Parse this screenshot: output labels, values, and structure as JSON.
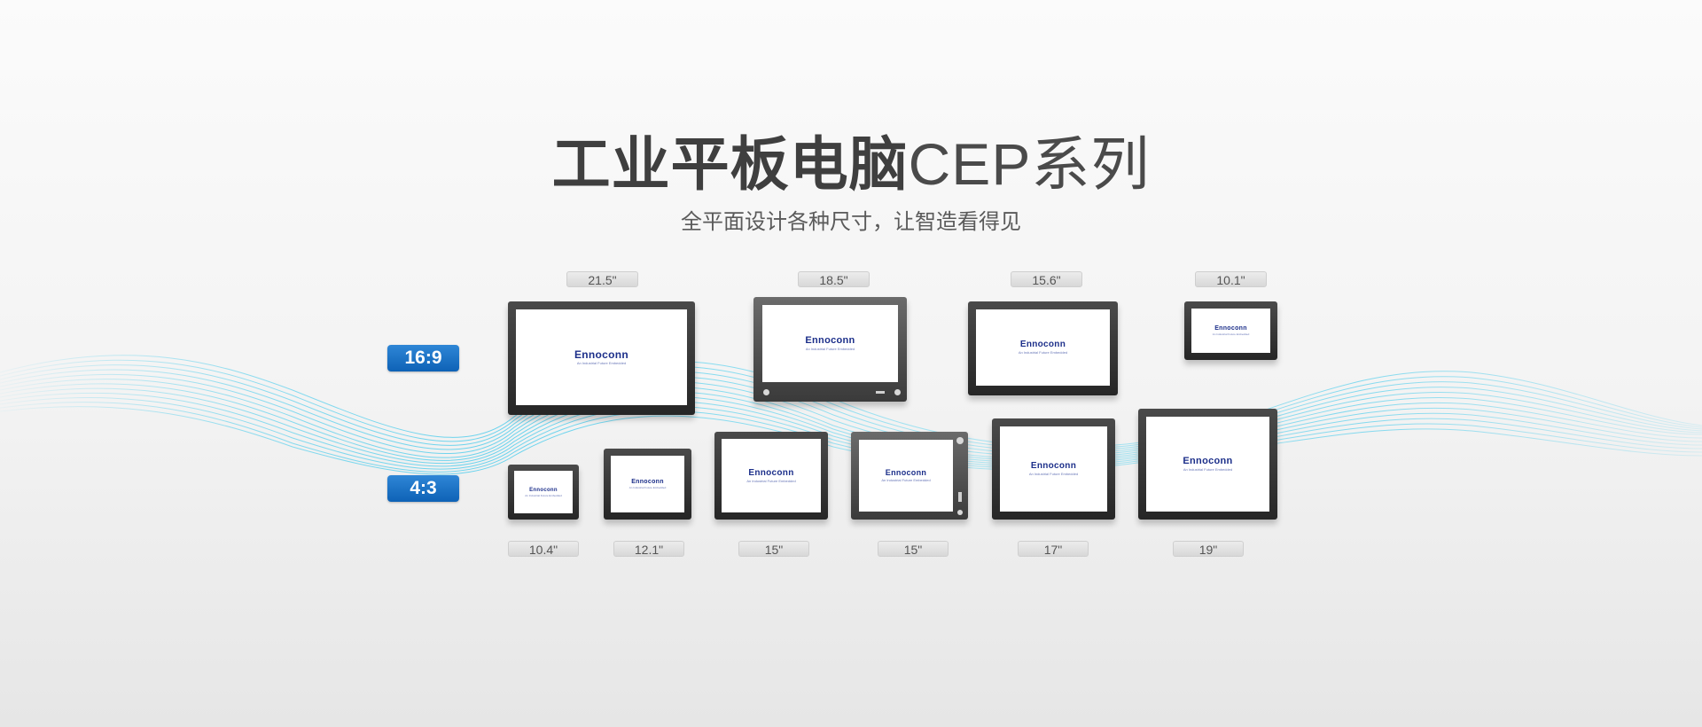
{
  "title": {
    "bold": "工业平板电脑",
    "light": "CEP系列"
  },
  "subtitle": "全平面设计各种尺寸，让智造看得见",
  "ratios": {
    "wide": "16:9",
    "standard": "4:3"
  },
  "brand": {
    "logo": "Ennoconn",
    "tagline": "An Industrial Future Embedded",
    "accent": "#0e62b6",
    "logo_color": "#1c2f8a",
    "wave_color": "#38c8ec"
  },
  "panels_16_9": [
    {
      "size": "21.5\""
    },
    {
      "size": "18.5\""
    },
    {
      "size": "15.6\""
    },
    {
      "size": "10.1\""
    }
  ],
  "panels_4_3": [
    {
      "size": "10.4\""
    },
    {
      "size": "12.1\""
    },
    {
      "size": "15\""
    },
    {
      "size": "15\""
    },
    {
      "size": "17\""
    },
    {
      "size": "19\""
    }
  ]
}
